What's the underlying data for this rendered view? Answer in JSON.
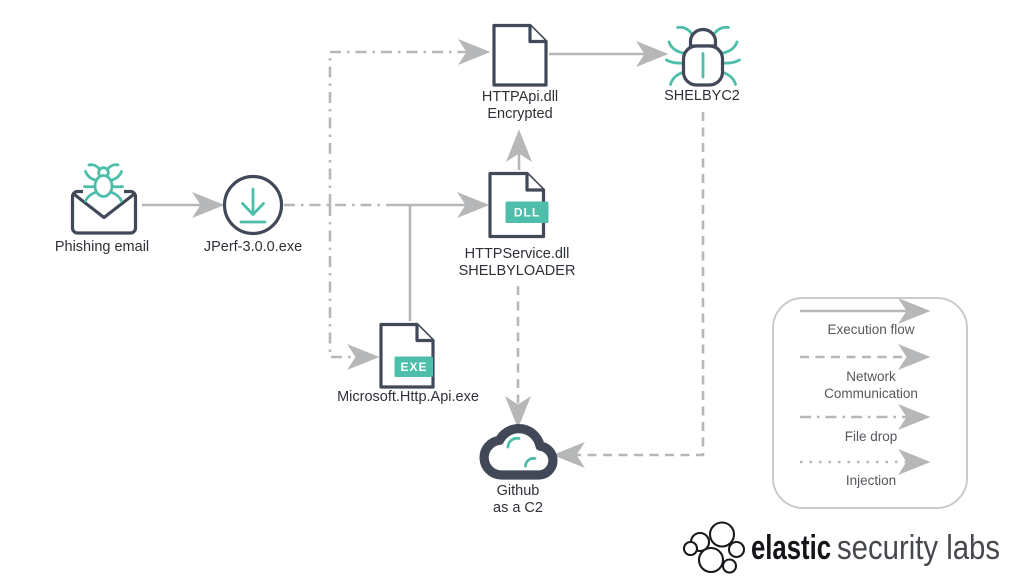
{
  "nodes": {
    "phishing_email": {
      "label": "Phishing email"
    },
    "jperf": {
      "label": "JPerf-3.0.0.exe"
    },
    "httpapi_dll": {
      "label_line1": "HTTPApi.dll",
      "label_line2": "Encrypted"
    },
    "shelbyc2": {
      "label": "SHELBYC2"
    },
    "httpservice_dll": {
      "badge": "DLL",
      "label_line1": "HTTPService.dll",
      "label_line2": "SHELBYLOADER"
    },
    "microsoft_http_api": {
      "badge": "EXE",
      "label": "Microsoft.Http.Api.exe"
    },
    "github_c2": {
      "label_line1": "Github",
      "label_line2": "as a C2"
    }
  },
  "edges": [
    {
      "from": "Phishing email",
      "to": "JPerf-3.0.0.exe",
      "type": "execution-flow"
    },
    {
      "from": "JPerf-3.0.0.exe",
      "to": "HTTPApi.dll Encrypted",
      "type": "file-drop"
    },
    {
      "from": "JPerf-3.0.0.exe",
      "to": "Microsoft.Http.Api.exe",
      "type": "file-drop"
    },
    {
      "from": "JPerf-3.0.0.exe",
      "to": "HTTPService.dll SHELBYLOADER",
      "type": "execution-flow"
    },
    {
      "from": "JPerf-3.0.0.exe",
      "to": "Microsoft.Http.Api.exe",
      "type": "execution-flow"
    },
    {
      "from": "HTTPService.dll SHELBYLOADER",
      "to": "HTTPApi.dll Encrypted",
      "type": "execution-flow"
    },
    {
      "from": "HTTPApi.dll Encrypted",
      "to": "SHELBYC2",
      "type": "execution-flow"
    },
    {
      "from": "HTTPService.dll SHELBYLOADER",
      "to": "Github as a C2",
      "type": "network-communication"
    },
    {
      "from": "SHELBYC2",
      "to": "Github as a C2",
      "type": "network-communication"
    }
  ],
  "legend": {
    "execution_flow": "Execution flow",
    "network_line1": "Network",
    "network_line2": "Communication",
    "file_drop": "File drop",
    "injection": "Injection"
  },
  "footer": {
    "brand_primary": "elastic",
    "brand_secondary": "security labs"
  },
  "colors": {
    "teal": "#4DBEA9",
    "dark_stroke": "#414959",
    "line_gray": "#B5B7B9",
    "legend_border": "#C8CACC",
    "label_text": "#2D3137",
    "legend_text": "#54585D"
  }
}
